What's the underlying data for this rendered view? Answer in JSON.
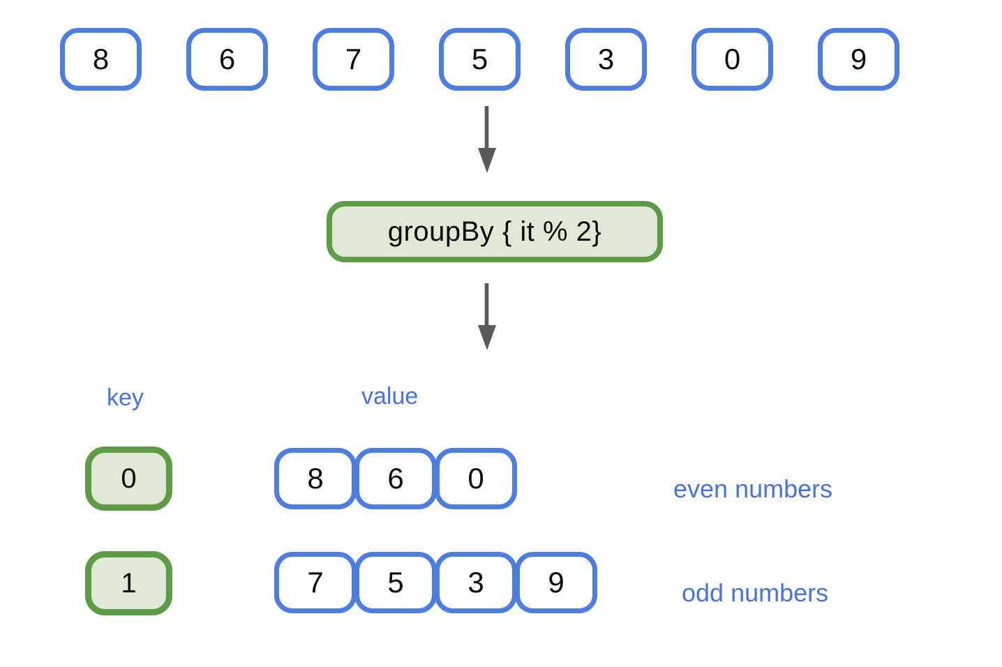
{
  "diagram": {
    "source_items": [
      "8",
      "6",
      "7",
      "5",
      "3",
      "0",
      "9"
    ],
    "operation_label": "groupBy { it % 2}",
    "columns": {
      "key_label": "key",
      "value_label": "value"
    },
    "groups": [
      {
        "key": "0",
        "values": [
          "8",
          "6",
          "0"
        ],
        "annotation": "even numbers"
      },
      {
        "key": "1",
        "values": [
          "7",
          "5",
          "3",
          "9"
        ],
        "annotation": "odd numbers"
      }
    ],
    "colors": {
      "box_border_blue": "#4E7DE2",
      "label_blue": "#4A72DE",
      "group_border_green": "#5E9B47",
      "group_fill_green": "#DFE9D6",
      "arrow_gray": "#595959",
      "text_black": "#0B0B0B",
      "background": "#FFFFFF"
    }
  }
}
